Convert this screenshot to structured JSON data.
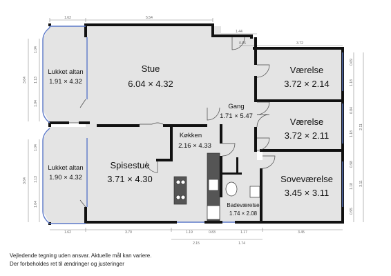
{
  "rooms": {
    "altan1": {
      "name": "Lukket altan",
      "size": "1.91 × 4.32"
    },
    "altan2": {
      "name": "Lukket altan",
      "size": "1.90 × 4.32"
    },
    "stue": {
      "name": "Stue",
      "size": "6.04 × 4.32"
    },
    "spisestue": {
      "name": "Spisestue",
      "size": "3.71 × 4.30"
    },
    "kokken": {
      "name": "Køkken",
      "size": "2.16 × 4.33"
    },
    "gang": {
      "name": "Gang",
      "size": "1.71 × 5.47"
    },
    "vaerelse1": {
      "name": "Værelse",
      "size": "3.72 × 2.14"
    },
    "vaerelse2": {
      "name": "Værelse",
      "size": "3.72 × 2.11"
    },
    "sovevaerelse": {
      "name": "Soveværelse",
      "size": "3.45 × 3.11"
    },
    "badevaerelse": {
      "name": "Badeværelse",
      "size": "1.74 × 2.08"
    }
  },
  "dimensions": {
    "top_1_62": "1.62",
    "top_5_54": "5.54",
    "top_1_44": "1.44",
    "top_0_85": "0.85",
    "top_3_72": "3.72",
    "bottom_1_62": "1.62",
    "bottom_3_70": "3.70",
    "bottom_1_19": "1.19",
    "bottom_0_83": "0.83",
    "bottom_1_17": "1.17",
    "bottom_3_45": "3.45",
    "bottom_2_15": "2.15",
    "bottom_1_74": "1.74",
    "left_3_64_a": "3.64",
    "left_1_04_a": "1.04",
    "left_1_13_a": "1.13",
    "left_1_04_b": "1.04",
    "left_3_64_b": "3.64",
    "left_1_04_c": "1.04",
    "left_1_13_b": "1.13",
    "left_1_04_d": "1.04",
    "right_0_69": "0.69",
    "right_1_18_a": "1.18",
    "right_0_84": "0.84",
    "right_1_18_b": "1.18",
    "right_2_11": "2.11",
    "right_0_98": "0.98",
    "right_1_18_c": "1.18",
    "right_0_95": "0.95",
    "right_3_11": "3.11"
  },
  "disclaimer": {
    "line1": "Vejledende tegning uden ansvar. Aktuelle mål kan variere.",
    "line2": "Der forbeholdes ret til ændringer og justeringer"
  }
}
